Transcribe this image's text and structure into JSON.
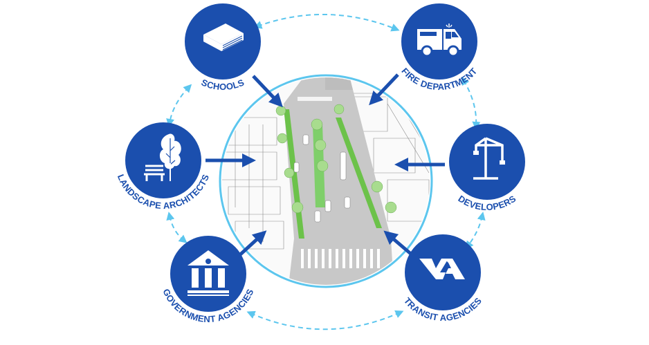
{
  "colors": {
    "primary_blue": "#1b4fae",
    "light_blue": "#5cc6ee",
    "green": "#6cc24a",
    "road_gray": "#c8c8c8"
  },
  "center": {
    "name": "street-illustration"
  },
  "stakeholders": [
    {
      "id": "schools",
      "label": "SCHOOLS",
      "icon": "book-icon"
    },
    {
      "id": "fire",
      "label": "FIRE DEPARTMENT",
      "icon": "fire-truck-icon"
    },
    {
      "id": "landscape",
      "label": "LANDSCAPE ARCHITECTS",
      "icon": "tree-bench-icon"
    },
    {
      "id": "developers",
      "label": "DEVELOPERS",
      "icon": "crane-icon"
    },
    {
      "id": "government",
      "label": "GOVERNMENT AGENCIES",
      "icon": "government-building-icon"
    },
    {
      "id": "transit",
      "label": "TRANSIT AGENCIES",
      "icon": "vta-logo-icon",
      "logo_text": "VTA"
    }
  ]
}
